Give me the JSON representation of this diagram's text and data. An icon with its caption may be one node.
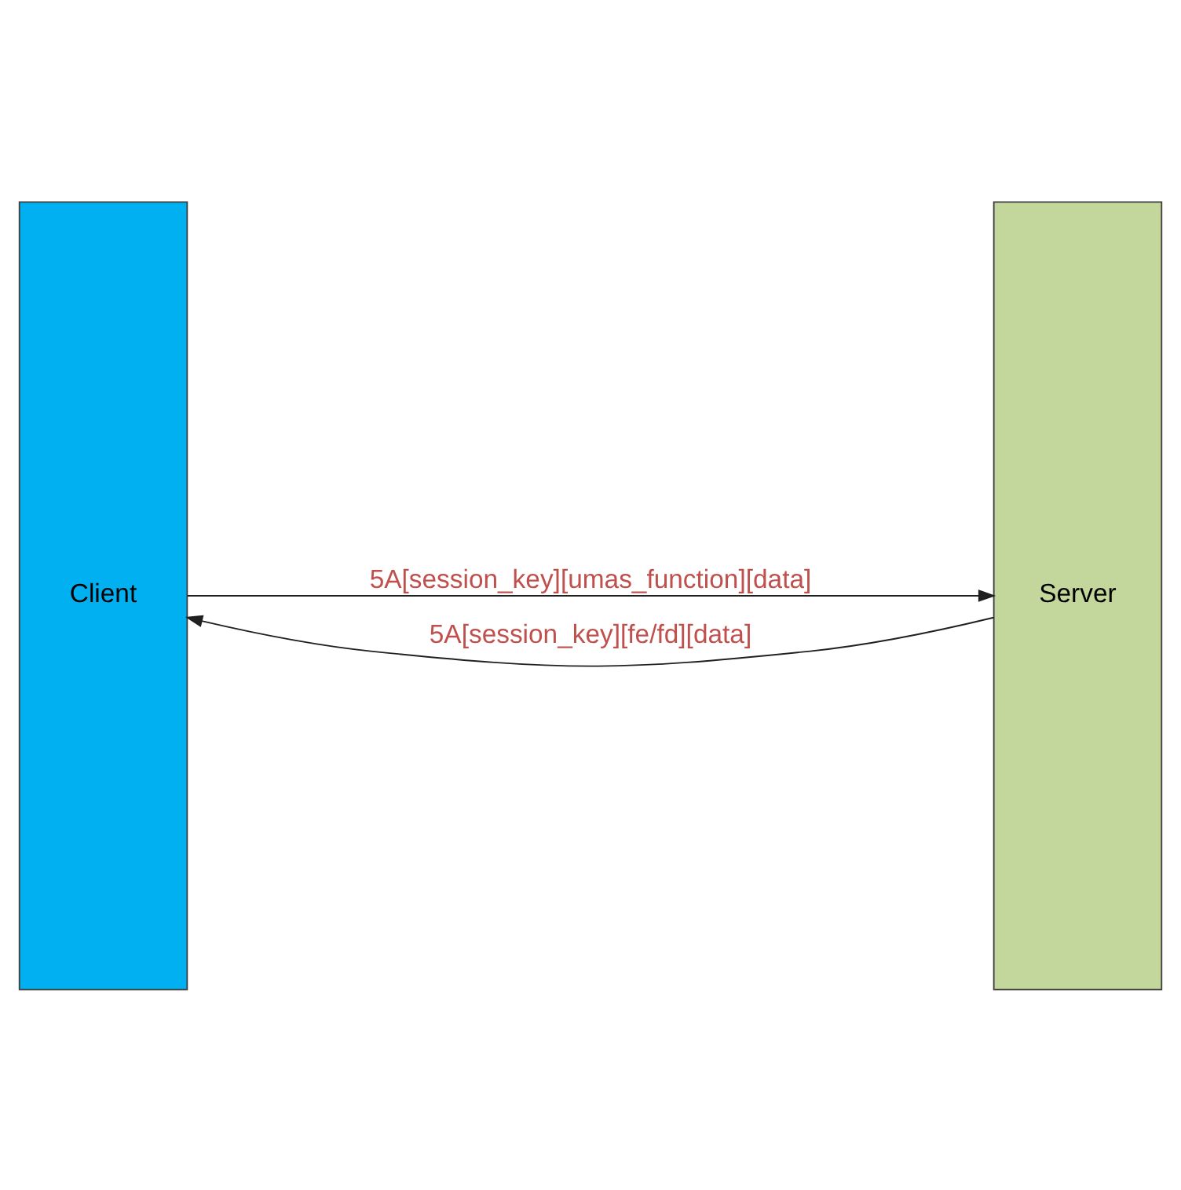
{
  "diagram": {
    "nodes": [
      {
        "text": [
          "Client"
        ]
      },
      {
        "text": [
          "Server"
        ]
      }
    ],
    "edges": [
      {
        "from": 0,
        "to": 1,
        "arrow": "to",
        "label": "5A[session_key][umas_function][data]"
      },
      {
        "from": 1,
        "to": 0,
        "arrow": "to",
        "label": "5A[session_key][fe/fd][data]"
      }
    ]
  }
}
